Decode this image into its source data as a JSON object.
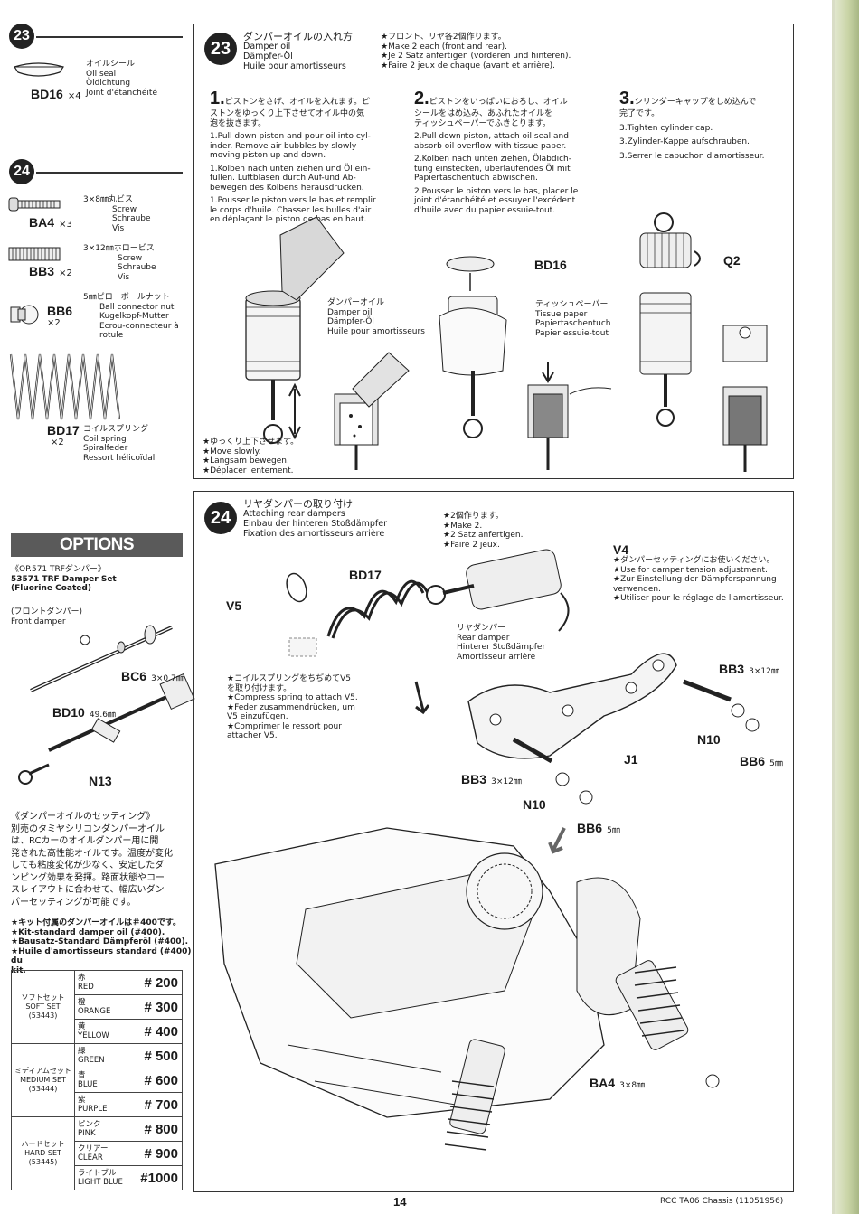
{
  "left": {
    "s23": {
      "badge": "23",
      "part": "BD16",
      "qty": "×4",
      "desc": [
        "オイルシール",
        "Oil seal",
        "Öldichtung",
        "Joint d'étanchéité"
      ]
    },
    "s24": {
      "badge": "24",
      "parts": [
        {
          "code": "BA4",
          "qty": "×3",
          "desc": [
            "3×8㎜丸ビス",
            "Screw",
            "Schraube",
            "Vis"
          ]
        },
        {
          "code": "BB3",
          "qty": "×2",
          "desc": [
            "3×12㎜ホロービス",
            "Screw",
            "Schraube",
            "Vis"
          ]
        },
        {
          "code": "BB6",
          "qty": "×2",
          "desc": [
            "5㎜ピローボールナット",
            "Ball connector nut",
            "Kugelkopf-Mutter",
            "Ecrou-connecteur à",
            "rotule"
          ]
        },
        {
          "code": "BD17",
          "qty": "×2",
          "desc": [
            "コイルスプリング",
            "Coil spring",
            "Spiralfeder",
            "Ressort hélicoïdal"
          ]
        }
      ]
    },
    "options": {
      "header": "OPTIONS",
      "op_title": "《OP.571 TRFダンパー》",
      "op_item": "53571 TRF Damper Set",
      "op_item2": "(Fluorine Coated)",
      "front_jp": "(フロントダンパー)",
      "front_en": "Front damper",
      "bc6": "BC6",
      "bc6_size": "3×0.7㎜",
      "bd10": "BD10",
      "bd10_size": "49.6㎜",
      "n13": "N13",
      "oil_title": "《ダンパーオイルのセッティング》",
      "oil_jp": [
        "別売のタミヤシリコンダンパーオイル",
        "は、RCカーのオイルダンパー用に開",
        "発された高性能オイルです。温度が変化",
        "しても粘度変化が少なく、安定したダ",
        "ンピング効果を発揮。路面状態やコー",
        "スレイアウトに合わせて、幅広いダン",
        "パーセッティングが可能です。"
      ],
      "kit_notes": [
        "★キット付属のダンパーオイルは＃400です。",
        "★Kit-standard damper oil (#400).",
        "★Bausatz-Standard Dämpferöl (#400).",
        "★Huile d'amortisseurs standard (#400) du",
        "kit."
      ],
      "sets": [
        {
          "jp": "ソフトセット",
          "en": "SOFT SET",
          "code": "(53443)",
          "oils": [
            {
              "jp": "赤",
              "en": "RED",
              "num": "# 200"
            },
            {
              "jp": "橙",
              "en": "ORANGE",
              "num": "# 300"
            },
            {
              "jp": "黄",
              "en": "YELLOW",
              "num": "# 400"
            }
          ]
        },
        {
          "jp": "ミディアムセット",
          "en": "MEDIUM SET",
          "code": "(53444)",
          "oils": [
            {
              "jp": "緑",
              "en": "GREEN",
              "num": "# 500"
            },
            {
              "jp": "青",
              "en": "BLUE",
              "num": "# 600"
            },
            {
              "jp": "紫",
              "en": "PURPLE",
              "num": "# 700"
            }
          ]
        },
        {
          "jp": "ハードセット",
          "en": "HARD SET",
          "code": "(53445)",
          "oils": [
            {
              "jp": "ピンク",
              "en": "PINK",
              "num": "# 800"
            },
            {
              "jp": "クリアー",
              "en": "CLEAR",
              "num": "# 900"
            },
            {
              "jp": "ライトブルー",
              "en": "LIGHT BLUE",
              "num": "#1000"
            }
          ]
        }
      ]
    }
  },
  "step23": {
    "badge": "23",
    "title_jp": "ダンパーオイルの入れ方",
    "title": [
      "Damper oil",
      "Dämpfer-Öl",
      "Huile pour amortisseurs"
    ],
    "notes": [
      "★フロント、リヤ各2個作ります。",
      "★Make 2 each (front and rear).",
      "★Je 2 Satz anfertigen (vorderen und hinteren).",
      "★Faire 2 jeux de chaque (avant et arrière)."
    ],
    "steps": [
      {
        "num": "1.",
        "jp": [
          "ピストンをさげ、オイルを入れます。ピ",
          "ストンをゆっくり上下させてオイル中の気",
          "泡を抜きます。"
        ],
        "en": [
          "1.Pull down piston and pour oil into cyl-",
          "inder. Remove air bubbles by slowly",
          "moving piston up and down."
        ],
        "de": [
          "1.Kolben nach unten ziehen und Öl ein-",
          "füllen. Luftblasen durch Auf-und Ab-",
          "bewegen des Kolbens herausdrücken."
        ],
        "fr": [
          "1.Pousser le piston vers le bas et remplir",
          "le corps d'huile. Chasser les bulles d'air",
          "en déplaçant le piston de bas en haut."
        ]
      },
      {
        "num": "2.",
        "jp": [
          "ピストンをいっぱいにおろし、オイル",
          "シールをはめ込み、あふれたオイルを",
          "ティッシュペーパーでふきとります。"
        ],
        "en": [
          "2.Pull down piston, attach oil seal and",
          "absorb oil overflow with tissue paper."
        ],
        "de": [
          "2.Kolben nach unten ziehen, Öl­abdich-",
          "tung einstecken, überlaufendes Öl mit",
          "Papiertaschentuch abwischen."
        ],
        "fr": [
          "2.Pousser le piston vers le bas, placer le",
          "joint d'étanchéité et essuyer l'excédent",
          "d'huile avec du papier essuie-tout."
        ]
      },
      {
        "num": "3.",
        "jp": [
          "シリンダーキャップをしめ込んで",
          "完了です。"
        ],
        "en": [
          "3.Tighten cylinder cap."
        ],
        "de": [
          "3.Zylinder-Kappe aufschrauben."
        ],
        "fr": [
          "3.Serrer le capuchon d'amortisseur."
        ]
      }
    ],
    "damper_oil_label": [
      "ダンパーオイル",
      "Damper oil",
      "Dämpfer-Öl",
      "Huile pour amortisseurs"
    ],
    "bd16": "BD16",
    "tissue_label": [
      "ティッシュペーパー",
      "Tissue paper",
      "Papiertaschentuch",
      "Papier essuie-tout"
    ],
    "q2": "Q2",
    "slow_notes": [
      "★ゆっくり上下させます。",
      "★Move slowly.",
      "★Langsam bewegen.",
      "★Déplacer lentement."
    ]
  },
  "step24": {
    "badge": "24",
    "title_jp": "リヤダンパーの取り付け",
    "title": [
      "Attaching rear dampers",
      "Einbau der hinteren Stoßdämpfer",
      "Fixation des amortisseurs arrière"
    ],
    "make_notes": [
      "★2個作ります。",
      "★Make 2.",
      "★2 Satz anfertigen.",
      "★Faire 2 jeux."
    ],
    "v4": "V4",
    "v4_notes": [
      "★ダンパーセッティングにお使いください。",
      "★Use for damper tension adjustment.",
      "★Zur Einstellung der Dämpferspannung",
      "verwenden.",
      "★Utiliser pour le réglage de l'amortisseur."
    ],
    "bd17": "BD17",
    "v5": "V5",
    "rear_damper": [
      "リヤダンパー",
      "Rear damper",
      "Hinterer Stoßdämpfer",
      "Amortisseur arrière"
    ],
    "spring_notes": [
      "★コイルスプリングをちぢめてV5",
      "を取り付けます。",
      "★Compress spring to attach V5.",
      "★Feder zusammendrücken, um",
      "V5 einzufügen.",
      "★Comprimer le ressort pour",
      "attacher V5."
    ],
    "bb3": "BB3",
    "bb3_size": "3×12㎜",
    "n10": "N10",
    "bb6": "BB6",
    "bb6_size": "5㎜",
    "j1": "J1",
    "ba4": "BA4",
    "ba4_size": "3×8㎜"
  },
  "footer": {
    "page": "14",
    "model": "RCC TA06 Chassis (11051956)"
  }
}
